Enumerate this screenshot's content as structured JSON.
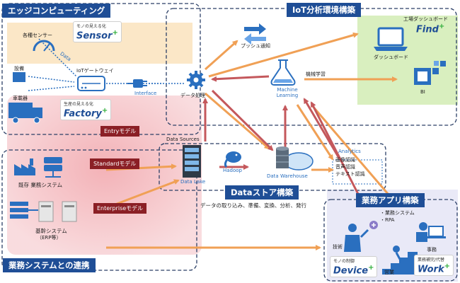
{
  "regions": {
    "edge": "エッジコンピューティング",
    "iot": "IoT分析環境構築",
    "business": "業務システムとの連携",
    "datastore": "Dataストア構築",
    "apps": "業務アプリ構築"
  },
  "edge": {
    "sensors_label": "各種センサー",
    "data_label": "Data",
    "equipment_label": "設備",
    "gateway_label": "IoTゲートウェイ",
    "vehicle_label": "車載器",
    "sensor_badge": {
      "small": "モノの見える化",
      "big": "Sensor"
    },
    "factory_badge": {
      "small": "生産の見える化",
      "big": "Factory"
    },
    "interface_label": "Interface"
  },
  "iot": {
    "data_processing": "データ処理",
    "push": "プッシュ通知",
    "ml_label": "Machine Learning",
    "ml_jp": "機械学習",
    "dashboard_header": "工場ダッシュボード",
    "find_badge": "Find",
    "dashboard_label": "ダッシュボード",
    "bi_label": "BI"
  },
  "models": {
    "entry": "Entryモデル",
    "standard": "Standardモデル",
    "enterprise": "Enterpriseモデル"
  },
  "business": {
    "existing": "既存 業務システム",
    "core": "基幹システム",
    "core_sub": "（ERP等）"
  },
  "datastore": {
    "sources": "Data Sources",
    "lake": "Data Lake",
    "hadoop": "Hadoop",
    "warehouse": "Data Warehouse",
    "analytics": "Analytics",
    "analytics_items": [
      "画像認識",
      "音声認識",
      "テキスト認識"
    ],
    "description": "データの取り込み、準備、変換、分析、発行"
  },
  "apps": {
    "list": [
      "・業務システム",
      "・RPA"
    ],
    "tech": "技術",
    "office": "事務",
    "sales": "営業",
    "device_small": "モノの制御",
    "device_big": "Device",
    "work_small": "業務補完/代替",
    "work_big": "Work"
  },
  "colors": {
    "edge_bg": "#fbe7c7",
    "entry_bg": "#f4c3c7",
    "iot_bg": "#d9efbf",
    "apps_bg": "#e9e9f7",
    "dark_red": "#8b1f25",
    "navy": "#1f4e96",
    "arrow_orange": "#f0a055",
    "arrow_red": "#c4585c",
    "icon_blue": "#2a6fbf"
  }
}
